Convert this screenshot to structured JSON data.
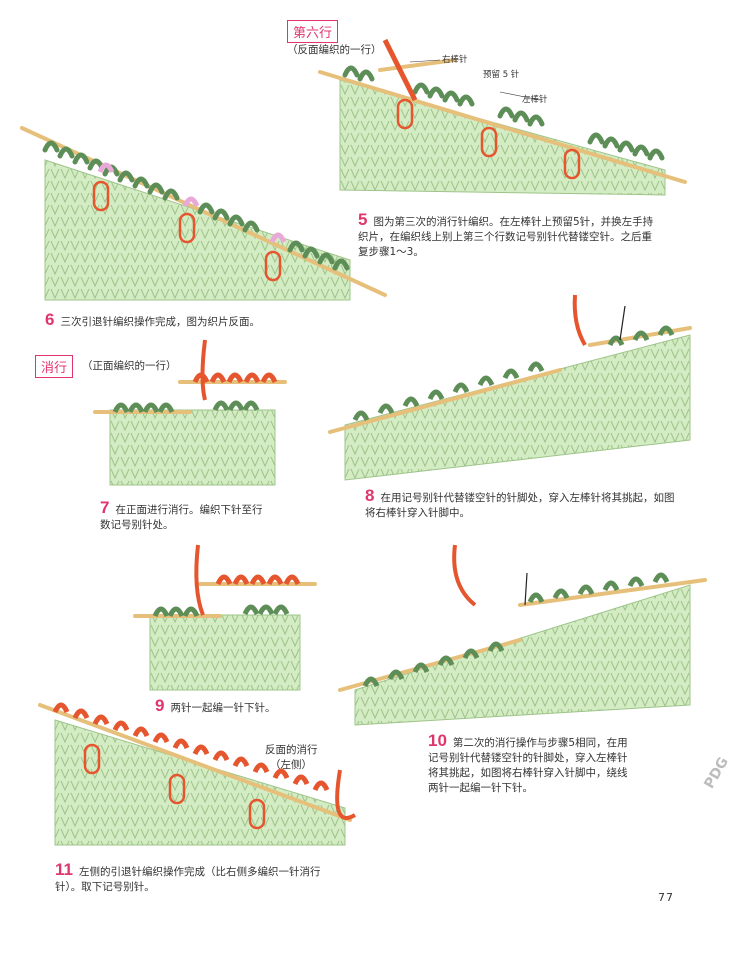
{
  "sections": {
    "row6_title": "第六行",
    "row6_sub": "（反面编织的一行）",
    "elim_title": "消行",
    "elim_sub": "（正面编织的一行）"
  },
  "labels": {
    "right_needle": "右棒针",
    "reserve": "预留 5 针",
    "left_needle": "左棒针",
    "reverse_elim_1": "反面的消行",
    "reverse_elim_2": "（左侧）"
  },
  "steps": [
    {
      "num": "5",
      "text": "图为第三次的消行针编织。在左棒针上预留5针，并换左手持织片，在编织线上别上第三个行数记号别针代替镂空针。之后重复步骤1～3。"
    },
    {
      "num": "6",
      "text": "三次引退针编织操作完成，图为织片反面。"
    },
    {
      "num": "7",
      "text": "在正面进行消行。编织下针至行数记号别针处。"
    },
    {
      "num": "8",
      "text": "在用记号别针代替镂空针的针脚处，穿入左棒针将其挑起，如图将右棒针穿入针脚中。"
    },
    {
      "num": "9",
      "text": "两针一起编一针下针。"
    },
    {
      "num": "10",
      "text": "第二次的消行操作与步骤5相同，在用记号别针代替镂空针的针脚处，穿入左棒针将其挑起，如图将右棒针穿入针脚中，绕线两针一起编一针下针。"
    },
    {
      "num": "11",
      "text": "左侧的引退针编织操作完成（比右侧多编织一针消行针）。取下记号别针。"
    }
  ],
  "page_number": "77",
  "watermark": "PDG",
  "colors": {
    "fabric": "#d4ecc4",
    "fabric_line": "#9ec48a",
    "stitch_green": "#5e8e58",
    "yarn_red": "#e5562f",
    "marker_pink": "#e9a9d8",
    "needle": "#e6c07a",
    "accent": "#e0366c"
  }
}
